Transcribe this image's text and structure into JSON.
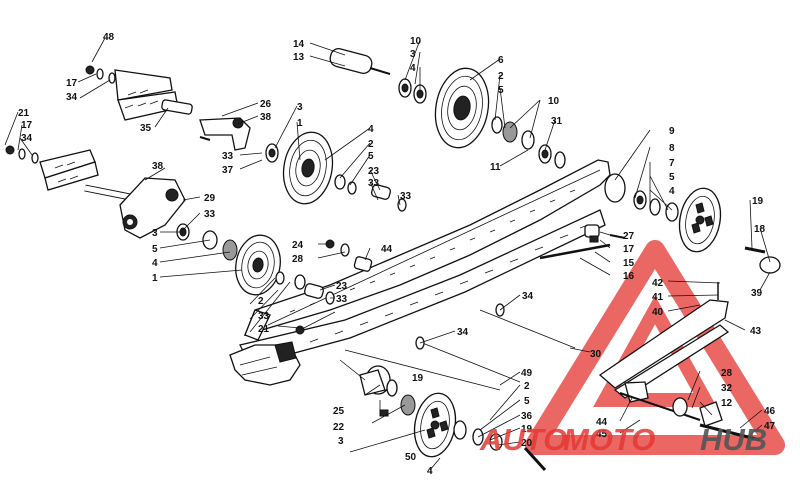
{
  "labels": [
    {
      "id": "48",
      "text": "48"
    },
    {
      "id": "17a",
      "text": "17"
    },
    {
      "id": "34a",
      "text": "34"
    },
    {
      "id": "21a",
      "text": "21"
    },
    {
      "id": "17b",
      "text": "17"
    },
    {
      "id": "34b",
      "text": "34"
    },
    {
      "id": "35",
      "text": "35"
    },
    {
      "id": "26",
      "text": "26"
    },
    {
      "id": "38a",
      "text": "38"
    },
    {
      "id": "3a",
      "text": "3"
    },
    {
      "id": "1a",
      "text": "1"
    },
    {
      "id": "33a",
      "text": "33"
    },
    {
      "id": "37",
      "text": "37"
    },
    {
      "id": "14",
      "text": "14"
    },
    {
      "id": "13",
      "text": "13"
    },
    {
      "id": "10a",
      "text": "10"
    },
    {
      "id": "3b",
      "text": "3"
    },
    {
      "id": "4a",
      "text": "4"
    },
    {
      "id": "6",
      "text": "6"
    },
    {
      "id": "2a",
      "text": "2"
    },
    {
      "id": "5a",
      "text": "5"
    },
    {
      "id": "10b",
      "text": "10"
    },
    {
      "id": "31",
      "text": "31"
    },
    {
      "id": "11",
      "text": "11"
    },
    {
      "id": "4b",
      "text": "4"
    },
    {
      "id": "2b",
      "text": "2"
    },
    {
      "id": "5b",
      "text": "5"
    },
    {
      "id": "23a",
      "text": "23"
    },
    {
      "id": "33b",
      "text": "33"
    },
    {
      "id": "33c",
      "text": "33"
    },
    {
      "id": "38b",
      "text": "38"
    },
    {
      "id": "29",
      "text": "29"
    },
    {
      "id": "33d",
      "text": "33"
    },
    {
      "id": "9",
      "text": "9"
    },
    {
      "id": "8",
      "text": "8"
    },
    {
      "id": "7",
      "text": "7"
    },
    {
      "id": "5c",
      "text": "5"
    },
    {
      "id": "4c",
      "text": "4"
    },
    {
      "id": "19a",
      "text": "19"
    },
    {
      "id": "18",
      "text": "18"
    },
    {
      "id": "39",
      "text": "39"
    },
    {
      "id": "27",
      "text": "27"
    },
    {
      "id": "17c",
      "text": "17"
    },
    {
      "id": "15",
      "text": "15"
    },
    {
      "id": "16",
      "text": "16"
    },
    {
      "id": "3c",
      "text": "3"
    },
    {
      "id": "5d",
      "text": "5"
    },
    {
      "id": "4d",
      "text": "4"
    },
    {
      "id": "1b",
      "text": "1"
    },
    {
      "id": "24",
      "text": "24"
    },
    {
      "id": "28a",
      "text": "28"
    },
    {
      "id": "44a",
      "text": "44"
    },
    {
      "id": "23b",
      "text": "23"
    },
    {
      "id": "33e",
      "text": "33"
    },
    {
      "id": "2c",
      "text": "2"
    },
    {
      "id": "33f",
      "text": "33"
    },
    {
      "id": "21b",
      "text": "21"
    },
    {
      "id": "34c",
      "text": "34"
    },
    {
      "id": "34d",
      "text": "34"
    },
    {
      "id": "30",
      "text": "30"
    },
    {
      "id": "42",
      "text": "42"
    },
    {
      "id": "41",
      "text": "41"
    },
    {
      "id": "40",
      "text": "40"
    },
    {
      "id": "43",
      "text": "43"
    },
    {
      "id": "49",
      "text": "49"
    },
    {
      "id": "2d",
      "text": "2"
    },
    {
      "id": "5e",
      "text": "5"
    },
    {
      "id": "36",
      "text": "36"
    },
    {
      "id": "19b",
      "text": "19"
    },
    {
      "id": "20",
      "text": "20"
    },
    {
      "id": "19c",
      "text": "19"
    },
    {
      "id": "25",
      "text": "25"
    },
    {
      "id": "22",
      "text": "22"
    },
    {
      "id": "3d",
      "text": "3"
    },
    {
      "id": "50",
      "text": "50"
    },
    {
      "id": "4e",
      "text": "4"
    },
    {
      "id": "44b",
      "text": "44"
    },
    {
      "id": "45",
      "text": "45"
    },
    {
      "id": "28b",
      "text": "28"
    },
    {
      "id": "32",
      "text": "32"
    },
    {
      "id": "12",
      "text": "12"
    },
    {
      "id": "46",
      "text": "46"
    },
    {
      "id": "47",
      "text": "47"
    }
  ],
  "watermark": {
    "part1": "AUTO",
    "part2": "MOTO",
    "part3": "HUB",
    "colors": {
      "red": "#e53935",
      "grey": "#555555"
    }
  }
}
